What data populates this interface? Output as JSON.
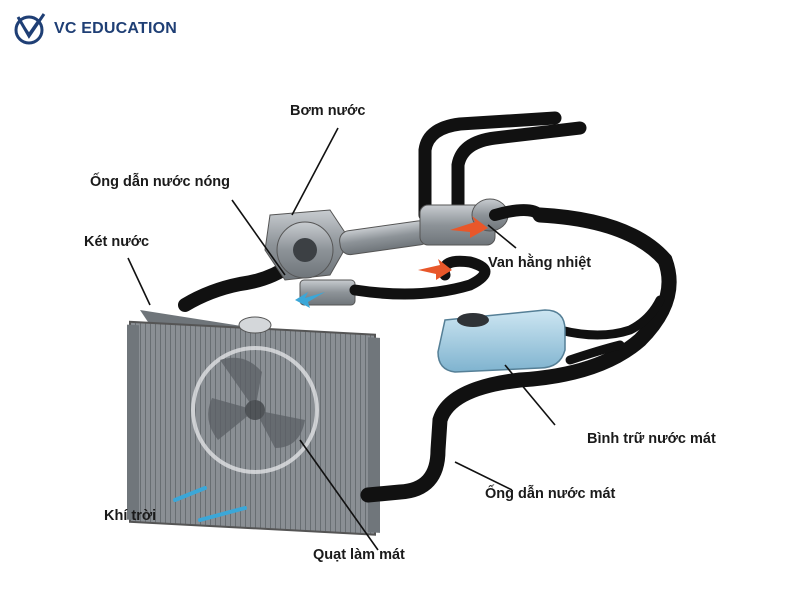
{
  "brand": {
    "name": "VC EDUCATION",
    "logo_icon": "vc-education-logo-icon",
    "color": "#1f3f75"
  },
  "diagram": {
    "labels": {
      "water_pump": "Bơm nước",
      "hot_water_hose": "Ống dẫn nước nóng",
      "radiator": "Két nước",
      "thermostat": "Van hằng nhiệt",
      "coolant_reservoir": "Bình trữ nước mát",
      "cool_water_hose": "Ống dẫn nước mát",
      "cooling_fan": "Quạt làm mát",
      "air": "Khí trời"
    },
    "colors": {
      "hose": "#111111",
      "metal": "#9aa0a6",
      "reservoir": "#9fc9df",
      "flow_hot": "#e8572a",
      "flow_cool": "#3ba7d8"
    }
  }
}
